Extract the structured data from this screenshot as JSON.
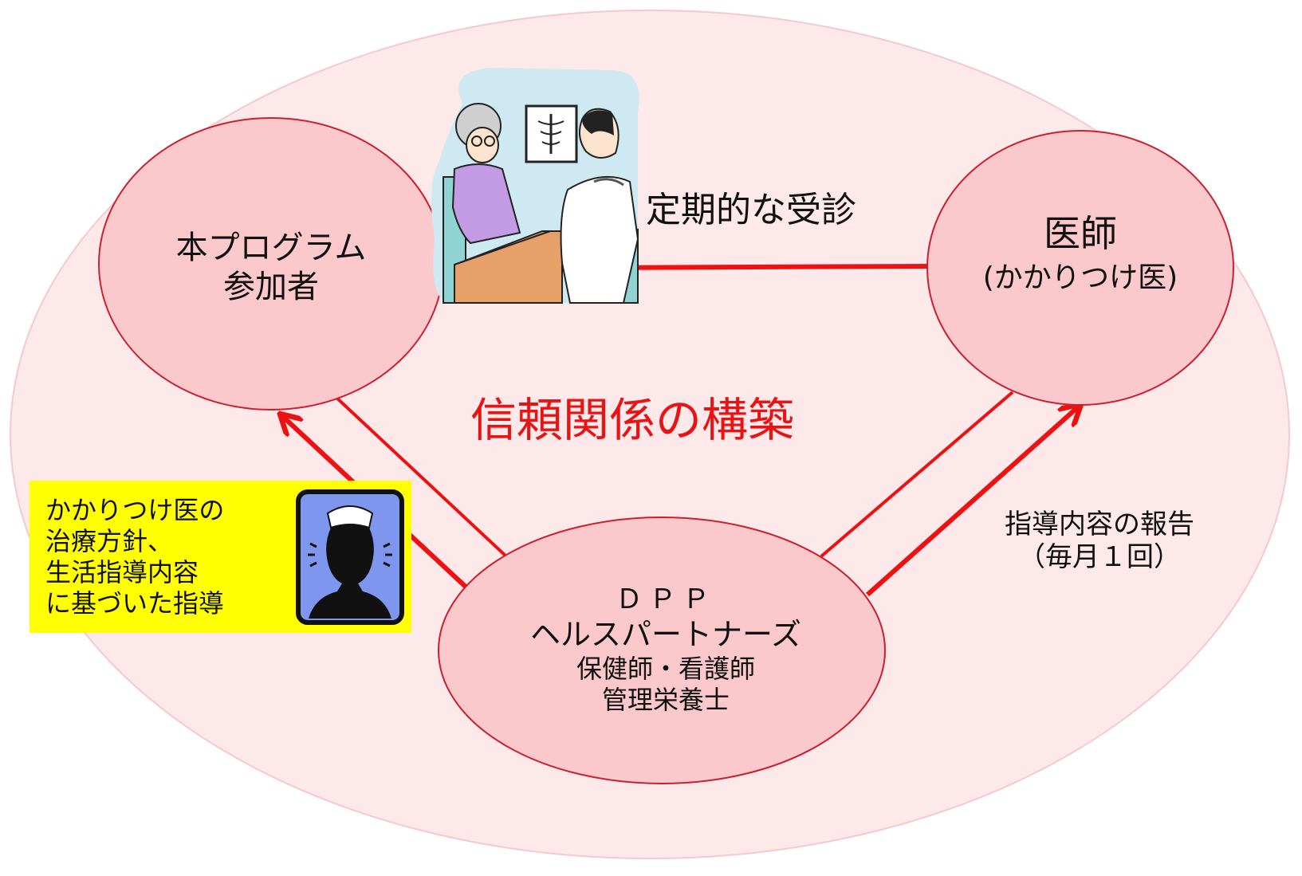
{
  "nodes": {
    "participant": {
      "lines": [
        "本プログラム",
        "参加者"
      ]
    },
    "doctor": {
      "title": "医師",
      "subtitle": "(かかりつけ医)"
    },
    "dpp": {
      "lines": [
        "ＤＰＰ",
        "ヘルスパートナーズ",
        "保健師・看護師",
        "管理栄養士"
      ]
    }
  },
  "labels": {
    "checkup": "定期的な受診",
    "trust": "信頼関係の構築",
    "report": [
      "指導内容の報告",
      "（毎月１回）"
    ]
  },
  "guidance_box": {
    "lines": [
      "かかりつけ医の",
      "治療方針、",
      "生活指導内容",
      "に基づいた指導"
    ]
  },
  "icons": {
    "consultation": "doctor-consultation-illustration",
    "nurse": "nurse-silhouette-icon"
  },
  "colors": {
    "outer_ellipse": "#fde8ea",
    "node_fill": "#fbc8cc",
    "node_stroke": "#cc1f2e",
    "arrow": "#ee1111",
    "trust_text": "#e81414",
    "guidance_box": "#ffff00",
    "nurse_icon_bg": "#7f96ee"
  }
}
